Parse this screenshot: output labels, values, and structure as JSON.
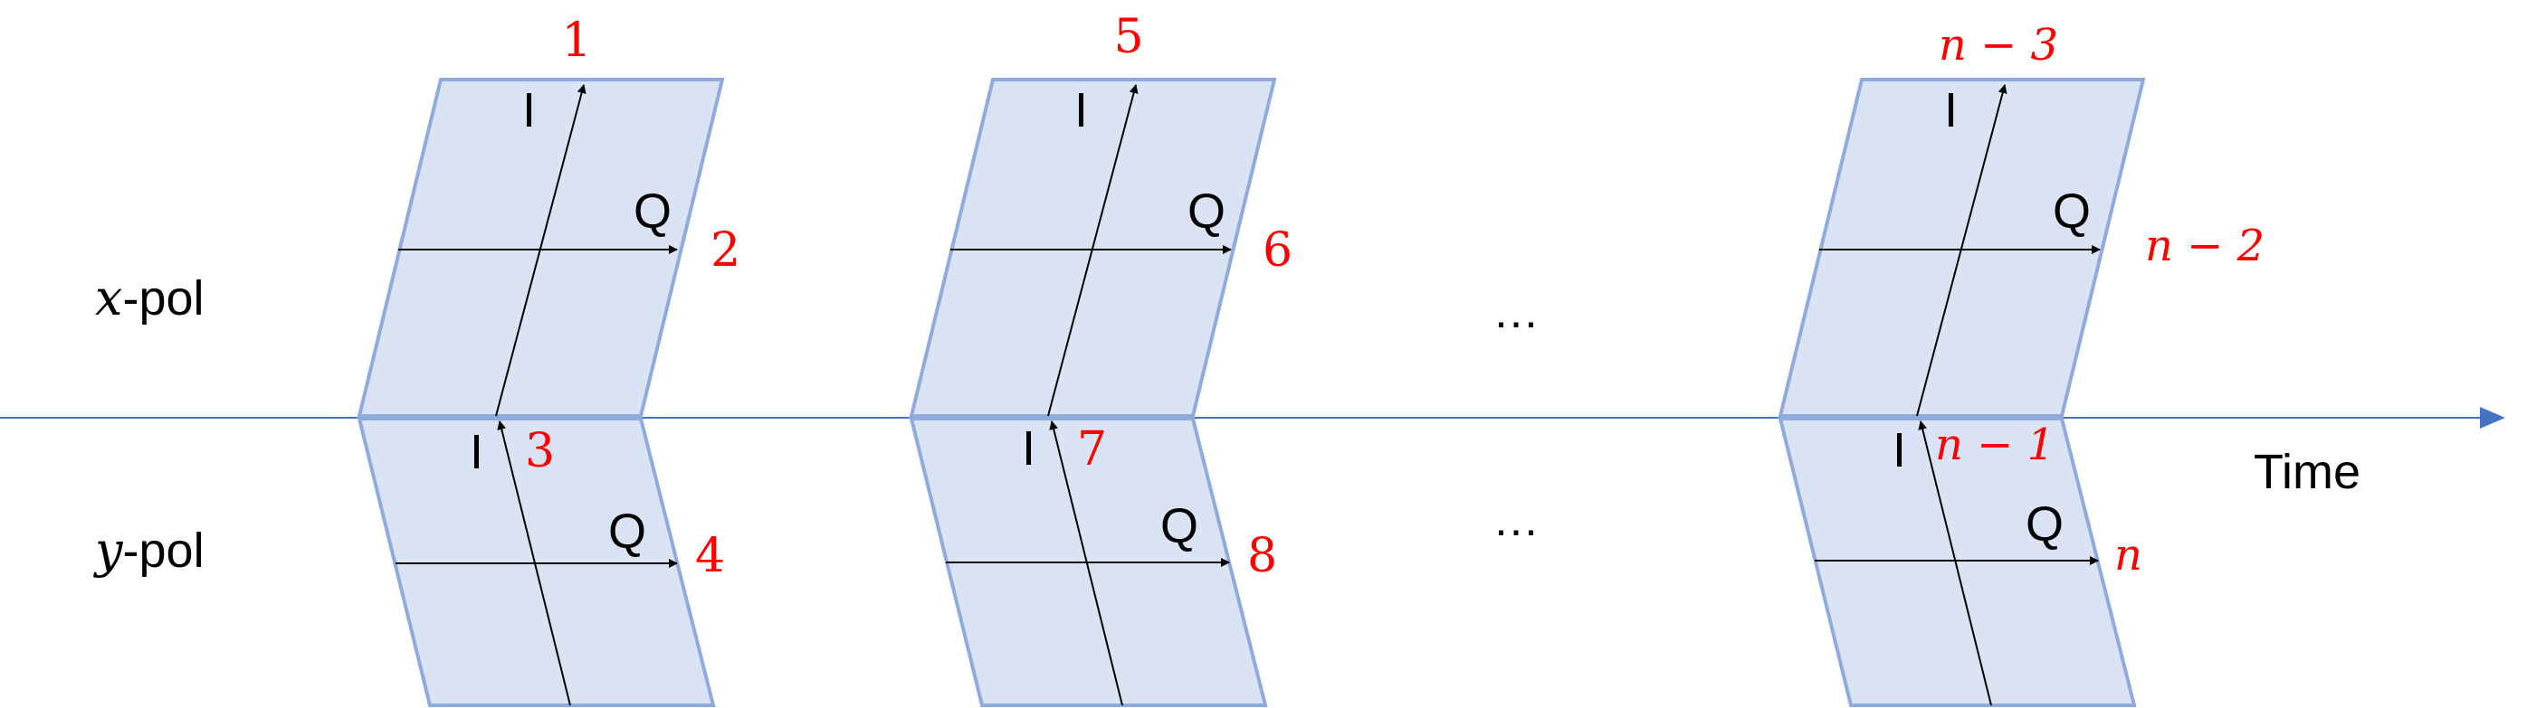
{
  "colors": {
    "panel_fill": "#dae3f3",
    "panel_stroke": "#8faadc",
    "timeline": "#4472c4",
    "axis": "#000000",
    "index_labels": "#ff0000"
  },
  "rows": {
    "x_pol": {
      "symbol": "x",
      "suffix": "-pol"
    },
    "y_pol": {
      "symbol": "y",
      "suffix": "-pol"
    }
  },
  "time_label": "Time",
  "ellipsis": "…",
  "axis_labels": {
    "in_phase": "I",
    "quadrature": "Q"
  },
  "symbols": [
    {
      "x_pol": {
        "i_index": "1",
        "q_index": "2"
      },
      "y_pol": {
        "i_index": "3",
        "q_index": "4"
      }
    },
    {
      "x_pol": {
        "i_index": "5",
        "q_index": "6"
      },
      "y_pol": {
        "i_index": "7",
        "q_index": "8"
      }
    },
    {
      "x_pol": {
        "i_index": "n − 3",
        "q_index": "n − 2"
      },
      "y_pol": {
        "i_index": "n − 1",
        "q_index": "n"
      }
    }
  ]
}
